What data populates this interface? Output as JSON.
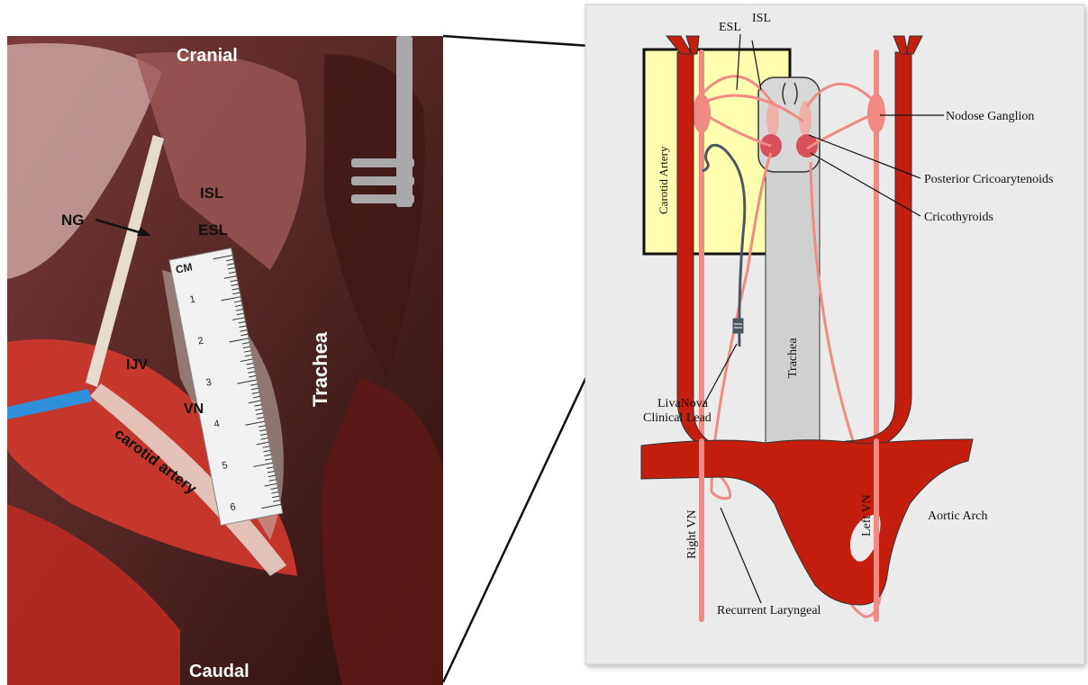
{
  "photo": {
    "labels": {
      "cranial": "Cranial",
      "caudal": "Caudal",
      "trachea": "Trachea",
      "ng": "NG",
      "isl": "ISL",
      "esl": "ESL",
      "ijv": "IJV",
      "vn": "VN",
      "carotid_artery": "carotid artery"
    },
    "ruler": {
      "unit": "CM",
      "ticks": [
        "1",
        "2",
        "3",
        "4",
        "5",
        "6"
      ]
    }
  },
  "diagram": {
    "labels": {
      "esl": "ESL",
      "isl": "ISL",
      "nodose_ganglion": "Nodose Ganglion",
      "posterior_cricoarytenoids": "Posterior Cricoarytenoids",
      "cricothyroids": "Cricothyroids",
      "carotid_artery": "Carotid Artery",
      "trachea": "Trachea",
      "lead_line1": "LivaNova",
      "lead_line2": "Clinical Lead",
      "right_vn": "Right VN",
      "left_vn": "Left VN",
      "aortic_arch": "Aortic Arch",
      "recurrent_laryngeal": "Recurrent Laryngeal"
    }
  },
  "colors": {
    "artery": "#c41e0f",
    "nerve": "#f08a82",
    "trachea": "#d0d0d0",
    "zoom_box": "#ffffb0",
    "panel": "#ebebeb",
    "lead": "#4d5562"
  }
}
